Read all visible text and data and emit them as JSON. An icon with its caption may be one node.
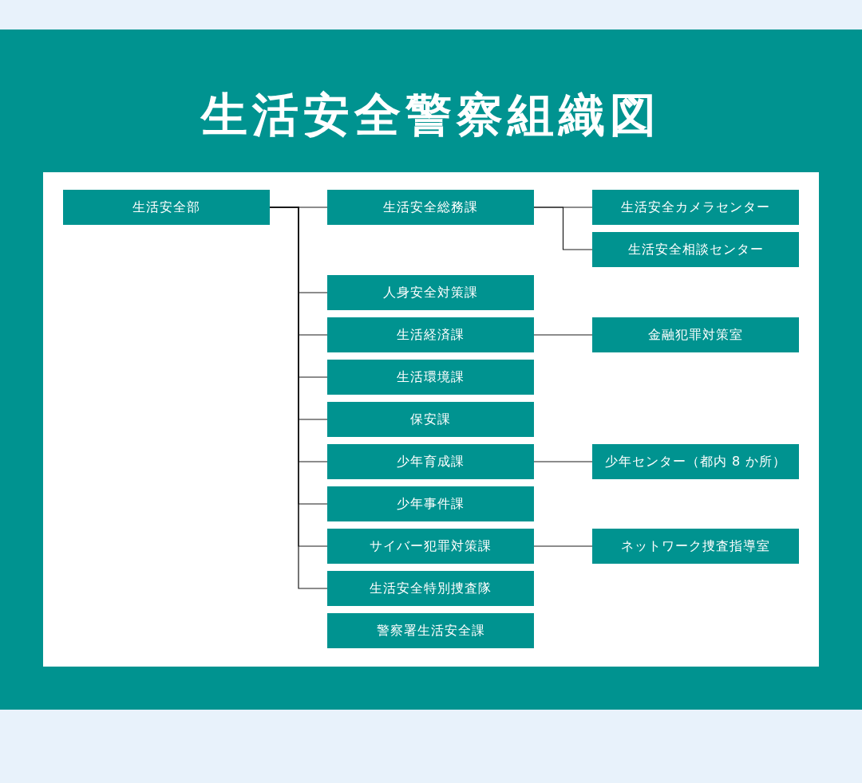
{
  "diagram": {
    "title": "生活安全警察組織図",
    "nodes": [
      {
        "text": [
          "生活安全部"
        ]
      },
      {
        "text": [
          "生活安全総務課"
        ]
      },
      {
        "text": [
          "生活安全カメラセンター"
        ]
      },
      {
        "text": [
          "生活安全相談センター"
        ]
      },
      {
        "text": [
          "人身安全対策課"
        ]
      },
      {
        "text": [
          "生活経済課"
        ]
      },
      {
        "text": [
          "金融犯罪対策室"
        ]
      },
      {
        "text": [
          "生活環境課"
        ]
      },
      {
        "text": [
          "保安課"
        ]
      },
      {
        "text": [
          "少年育成課"
        ]
      },
      {
        "text": [
          "少年センター（都内 8 か所）"
        ]
      },
      {
        "text": [
          "少年事件課"
        ]
      },
      {
        "text": [
          "サイバー犯罪対策課"
        ]
      },
      {
        "text": [
          "ネットワーク捜査指導室"
        ]
      },
      {
        "text": [
          "生活安全特別捜査隊"
        ]
      },
      {
        "text": [
          "警察署生活安全課"
        ]
      }
    ],
    "edges": [
      {
        "from": 0,
        "to": 1,
        "arrow": "none"
      },
      {
        "from": 1,
        "to": 2,
        "arrow": "none"
      },
      {
        "from": 1,
        "to": 3,
        "arrow": "none"
      },
      {
        "from": 0,
        "to": 4,
        "arrow": "none"
      },
      {
        "from": 0,
        "to": 5,
        "arrow": "none"
      },
      {
        "from": 5,
        "to": 6,
        "arrow": "none"
      },
      {
        "from": 0,
        "to": 7,
        "arrow": "none"
      },
      {
        "from": 0,
        "to": 8,
        "arrow": "none"
      },
      {
        "from": 0,
        "to": 9,
        "arrow": "none"
      },
      {
        "from": 9,
        "to": 10,
        "arrow": "none"
      },
      {
        "from": 0,
        "to": 11,
        "arrow": "none"
      },
      {
        "from": 0,
        "to": 12,
        "arrow": "none"
      },
      {
        "from": 12,
        "to": 13,
        "arrow": "none"
      },
      {
        "from": 0,
        "to": 14,
        "arrow": "none"
      }
    ]
  }
}
